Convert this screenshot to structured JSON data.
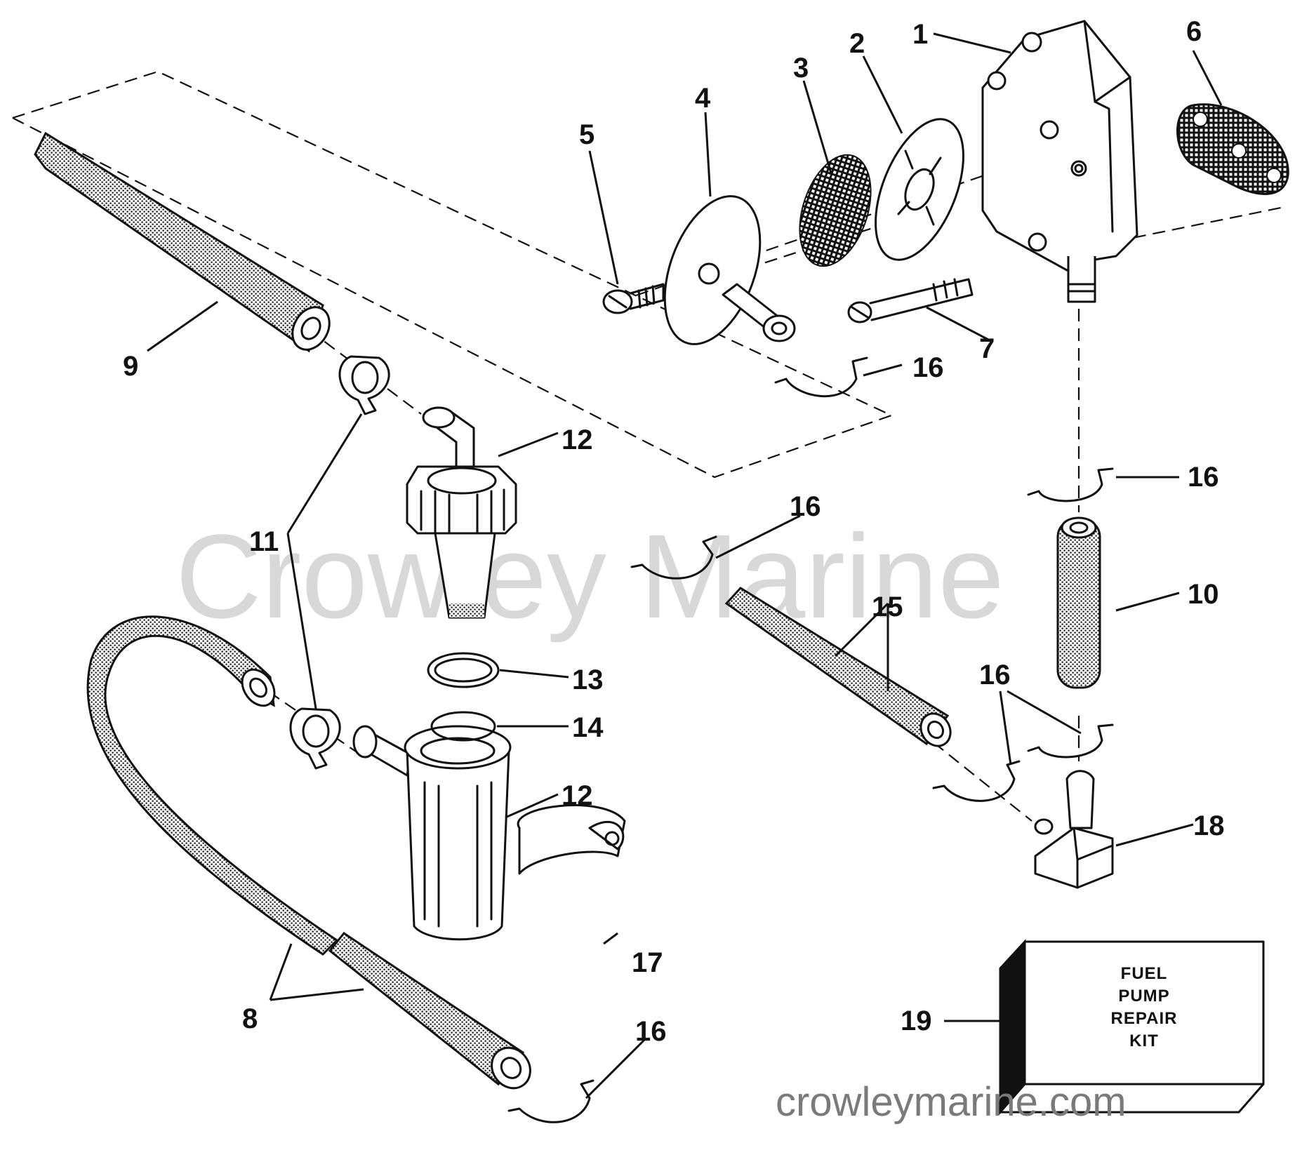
{
  "callouts": {
    "c1": "1",
    "c2": "2",
    "c3": "3",
    "c4": "4",
    "c5": "5",
    "c6": "6",
    "c7": "7",
    "c8": "8",
    "c9": "9",
    "c10": "10",
    "c11": "11",
    "c12a": "12",
    "c12b": "12",
    "c13": "13",
    "c14": "14",
    "c15": "15",
    "c16a": "16",
    "c16b": "16",
    "c16c": "16",
    "c16d": "16",
    "c16e": "16",
    "c17": "17",
    "c18": "18",
    "c19": "19"
  },
  "kit_box": {
    "line1": "FUEL",
    "line2": "PUMP",
    "line3": "REPAIR",
    "line4": "KIT"
  },
  "watermark": {
    "brand": "Crowley Marine",
    "url": "crowleymarine.com"
  }
}
